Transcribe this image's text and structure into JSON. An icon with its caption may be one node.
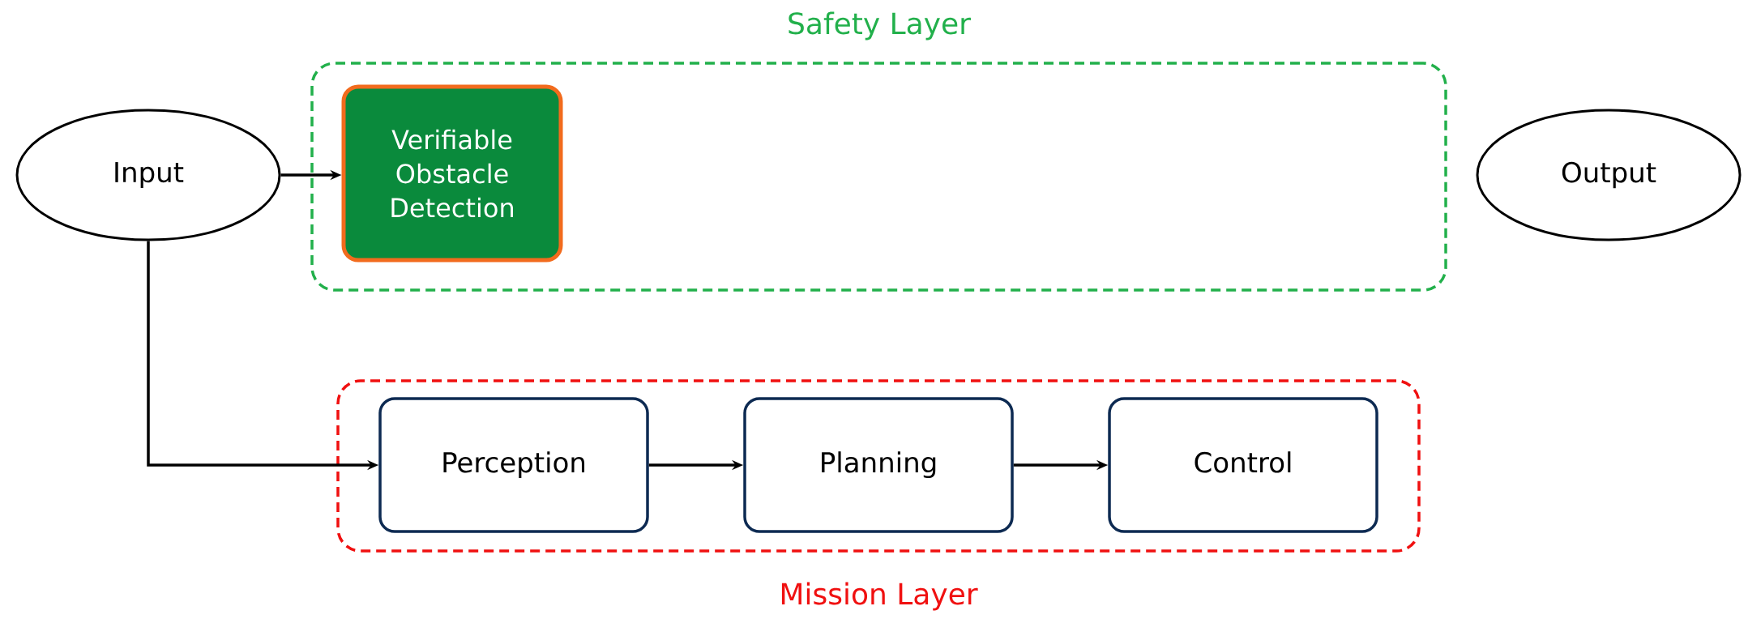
{
  "diagram": {
    "nodes": [
      {
        "text": [
          "Input"
        ]
      },
      {
        "text": [
          "Safety Layer"
        ]
      },
      {
        "text": [
          "Verifiable Obstacle Detection"
        ],
        "in": 1
      },
      {
        "text": [
          "Output"
        ]
      },
      {
        "text": [
          "Mission Layer"
        ]
      },
      {
        "text": [
          "Perception"
        ],
        "in": 4
      },
      {
        "text": [
          "Planning"
        ],
        "in": 4
      },
      {
        "text": [
          "Control"
        ],
        "in": 4
      }
    ],
    "edges": [
      {
        "from": 0,
        "to": 2,
        "arrow": "to"
      },
      {
        "from": 0,
        "to": 5,
        "arrow": "to"
      },
      {
        "from": 5,
        "to": 6,
        "arrow": "to"
      },
      {
        "from": 6,
        "to": 7,
        "arrow": "to"
      }
    ]
  }
}
